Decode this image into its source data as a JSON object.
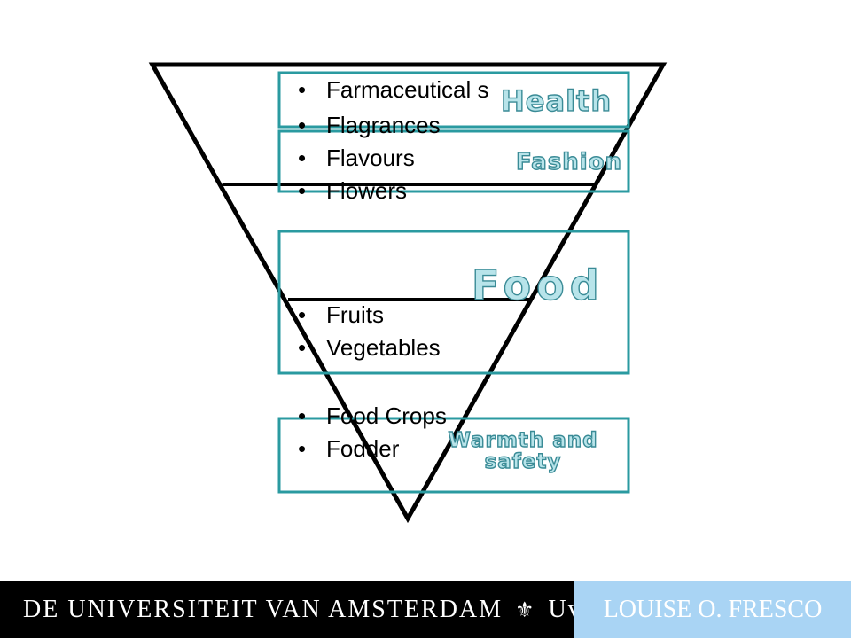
{
  "bullets_group1": [
    "Farmaceutical s",
    "Flagrances",
    "Flavours",
    "Flowers"
  ],
  "bullets_group2": [
    "Fruits",
    "Vegetables"
  ],
  "bullets_group3": [
    "Food Crops",
    "Fodder"
  ],
  "labels": {
    "health": "Health",
    "fashion": "Fashion",
    "food": "Food",
    "warmth": "Warmth and safety"
  },
  "footer": {
    "institution": "DE UNIVERSITEIT VAN AMSTERDAM",
    "uva": "UvA",
    "author": "LOUISE O. FRESCO"
  },
  "colors": {
    "box_border": "#2a9aa0",
    "label_fill": "#b8e4ea",
    "label_stroke": "#3a8b96",
    "footer_left": "#000000",
    "footer_right": "#a9d4f4"
  }
}
